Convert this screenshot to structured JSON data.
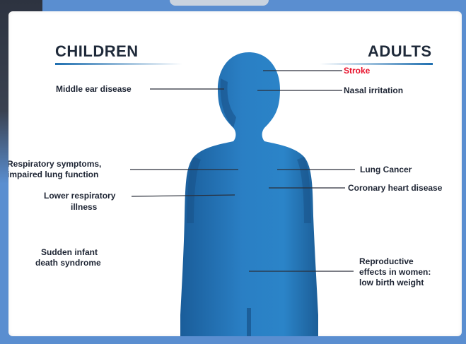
{
  "headings": {
    "children": "CHILDREN",
    "adults": "ADULTS"
  },
  "children_effects": [
    "Middle ear disease",
    "Respiratory symptoms,",
    "impaired lung function",
    "Lower respiratory",
    "illness",
    "Sudden infant",
    "death syndrome"
  ],
  "adult_effects": [
    "Stroke",
    "Nasal irritation",
    "Lung Cancer",
    "Coronary heart disease",
    "Reproductive",
    "effects in women:",
    "low birth weight"
  ],
  "colors": {
    "figure": "#1f6fb0",
    "highlight_label": "#e8102a",
    "text": "#1d2433",
    "background": "#ffffff"
  }
}
